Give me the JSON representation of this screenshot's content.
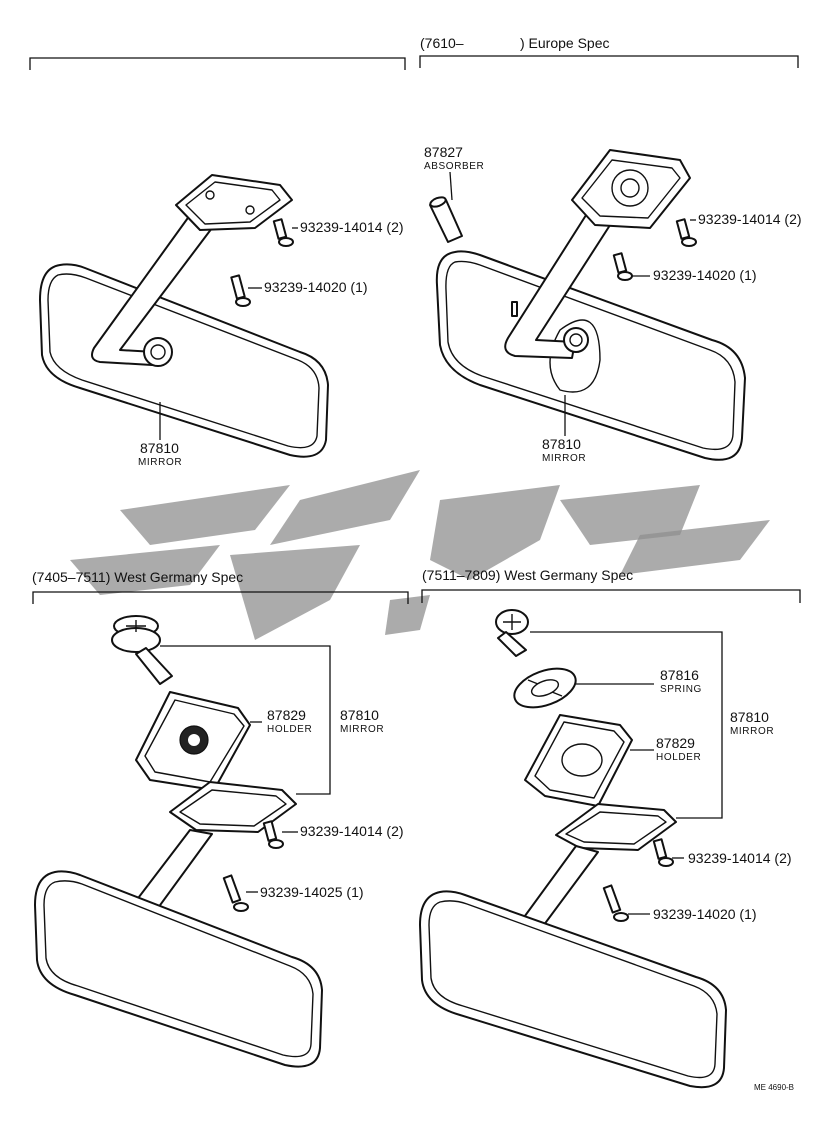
{
  "headers": {
    "tr_prefix": "(7610–",
    "tr_suffix": ") Europe Spec",
    "bl": "(7405–7511) West Germany Spec",
    "br": "(7511–7809) West Germany Spec"
  },
  "parts": {
    "tl": {
      "mirror_pn": "87810",
      "mirror_name": "MIRROR",
      "screw1": "93239-14014 (2)",
      "screw2": "93239-14020 (1)"
    },
    "tr": {
      "absorber_pn": "87827",
      "absorber_name": "ABSORBER",
      "mirror_pn": "87810",
      "mirror_name": "MIRROR",
      "screw1": "93239-14014 (2)",
      "screw2": "93239-14020 (1)"
    },
    "bl": {
      "holder_pn": "87829",
      "holder_name": "HOLDER",
      "mirror_pn": "87810",
      "mirror_name": "MIRROR",
      "screw1": "93239-14014 (2)",
      "screw2": "93239-14025 (1)"
    },
    "br": {
      "spring_pn": "87816",
      "spring_name": "SPRING",
      "holder_pn": "87829",
      "holder_name": "HOLDER",
      "mirror_pn": "87810",
      "mirror_name": "MIRROR",
      "screw1": "93239-14014 (2)",
      "screw2": "93239-14020 (1)"
    }
  },
  "doc_code": "ME 4690-B",
  "colors": {
    "ink": "#111111",
    "watermark": "#8f8f8f"
  }
}
